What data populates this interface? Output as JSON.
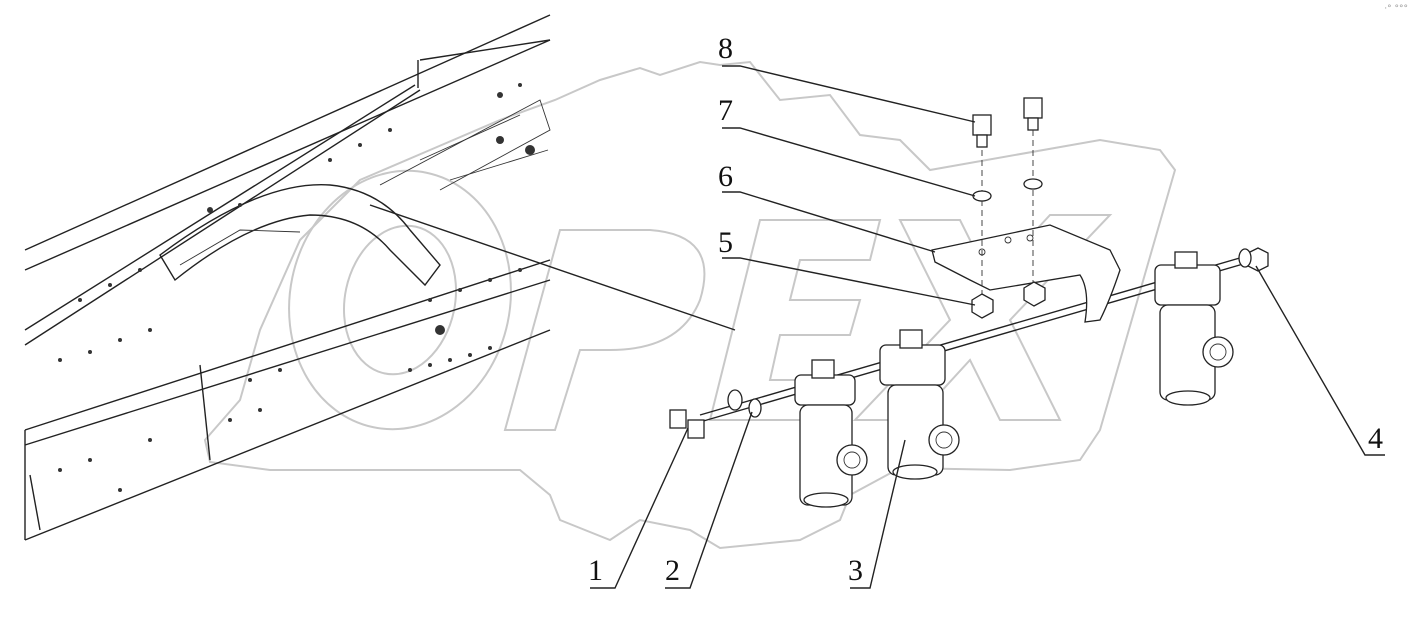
{
  "callouts": [
    {
      "id": "1",
      "text": "1"
    },
    {
      "id": "2",
      "text": "2"
    },
    {
      "id": "3",
      "text": "3"
    },
    {
      "id": "4",
      "text": "4"
    },
    {
      "id": "5",
      "text": "5"
    },
    {
      "id": "6",
      "text": "6"
    },
    {
      "id": "7",
      "text": "7"
    },
    {
      "id": "8",
      "text": "8"
    }
  ],
  "watermark": {
    "text": "OPEX"
  },
  "corner_mark": "·° °°°"
}
